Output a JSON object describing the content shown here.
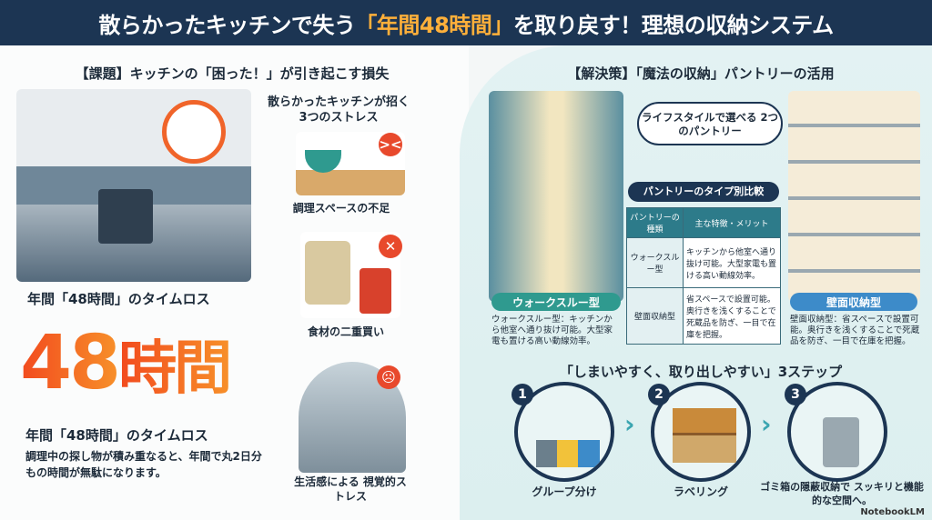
{
  "header": {
    "title_pre": "散らかったキッチンで失う",
    "title_hl": "「年間48時間」",
    "title_post": "を取り戻す！理想の収納システム"
  },
  "problem": {
    "heading": "【課題】キッチンの「困った！」が引き起こす損失",
    "timeloss_label": "年間「48時間」のタイムロス",
    "big_number": "48",
    "big_unit": "時間",
    "timeloss_title": "年間「48時間」のタイムロス",
    "description": "調理中の探し物が積み重なると、年間で丸2日分もの時間が無駄になります。",
    "stress_heading": "散らかったキッチンが招く 3つのストレス",
    "stresses": [
      {
        "label": "調理スペースの不足",
        "icon": "angry-face"
      },
      {
        "label": "食材の二重買い",
        "icon": "x-mark"
      },
      {
        "label": "生活感による 視覚的ストレス",
        "icon": "sad-face"
      }
    ]
  },
  "solution": {
    "heading": "【解決策】「魔法の収納」パントリーの活用",
    "bubble": "ライフスタイルで選べる 2つのパントリー",
    "walkthrough_banner": "ウォークスルー型",
    "wall_banner": "壁面収納型",
    "walkthrough_caption": "ウォークスルー型：キッチンから他室へ通り抜け可能。大型家電も置ける高い動線効率。",
    "wall_caption": "壁面収納型：省スペースで設置可能。奥行きを浅くすることで死蔵品を防ぎ、一目で在庫を把握。",
    "table": {
      "title": "パントリーのタイプ別比較",
      "headers": [
        "パントリーの種類",
        "主な特徴・メリット"
      ],
      "rows": [
        [
          "ウォークスルー型",
          "キッチンから他室へ通り抜け可能。大型家電も置ける高い動線効率。"
        ],
        [
          "壁面収納型",
          "省スペースで設置可能。奥行きを浅くすることで死蔵品を防ぎ、一目で在庫を把握。"
        ]
      ]
    }
  },
  "steps": {
    "heading": "「しまいやすく、取り出しやすい」3ステップ",
    "items": [
      {
        "num": "1",
        "label": "グループ分け"
      },
      {
        "num": "2",
        "label": "ラベリング"
      },
      {
        "num": "3",
        "label": "ゴミ箱の隠蔽収納で スッキリと機能的な空間へ。"
      }
    ]
  },
  "watermark": "NotebookLM"
}
